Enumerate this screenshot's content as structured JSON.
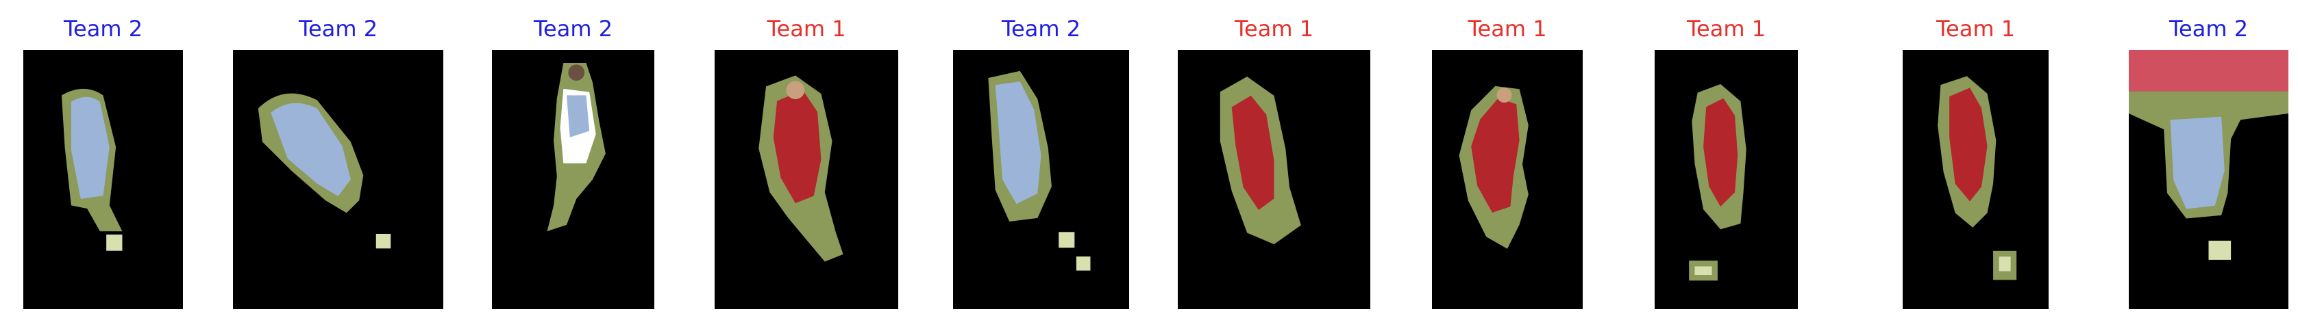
{
  "colors": {
    "team_1": "#e8302a",
    "team_2": "#1f1fe0",
    "crop_background": "#000000",
    "grass_halo": "#8c9a5a",
    "team_1_kit": "#b3262c",
    "team_2_kit": "#9cb4d8"
  },
  "panels": [
    {
      "title": "Team 2",
      "team": "team_2"
    },
    {
      "title": "Team 2",
      "team": "team_2"
    },
    {
      "title": "Team 2",
      "team": "team_2"
    },
    {
      "title": "Team 1",
      "team": "team_1"
    },
    {
      "title": "Team 2",
      "team": "team_2"
    },
    {
      "title": "Team 1",
      "team": "team_1"
    },
    {
      "title": "Team 1",
      "team": "team_1"
    },
    {
      "title": "Team 1",
      "team": "team_1"
    },
    {
      "title": "Team 1",
      "team": "team_1"
    },
    {
      "title": "Team 2",
      "team": "team_2"
    }
  ]
}
